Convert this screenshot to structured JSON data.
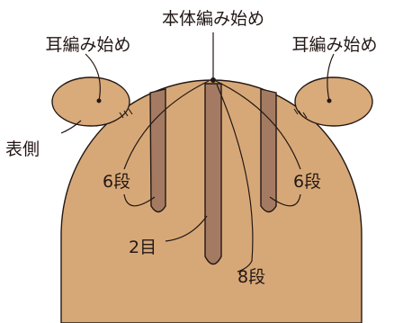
{
  "labels": {
    "body_start": "本体編み始め",
    "ear_start_left": "耳編み始め",
    "ear_start_right": "耳編み始め",
    "right_side": "表側",
    "rows_left": "6段",
    "rows_right": "6段",
    "stitches": "2目",
    "rows_center": "8段"
  },
  "colors": {
    "body_fill": "#d7a877",
    "ear_fill": "#d9aa7a",
    "strip_fill": "#a47b62",
    "line": "#231815"
  }
}
